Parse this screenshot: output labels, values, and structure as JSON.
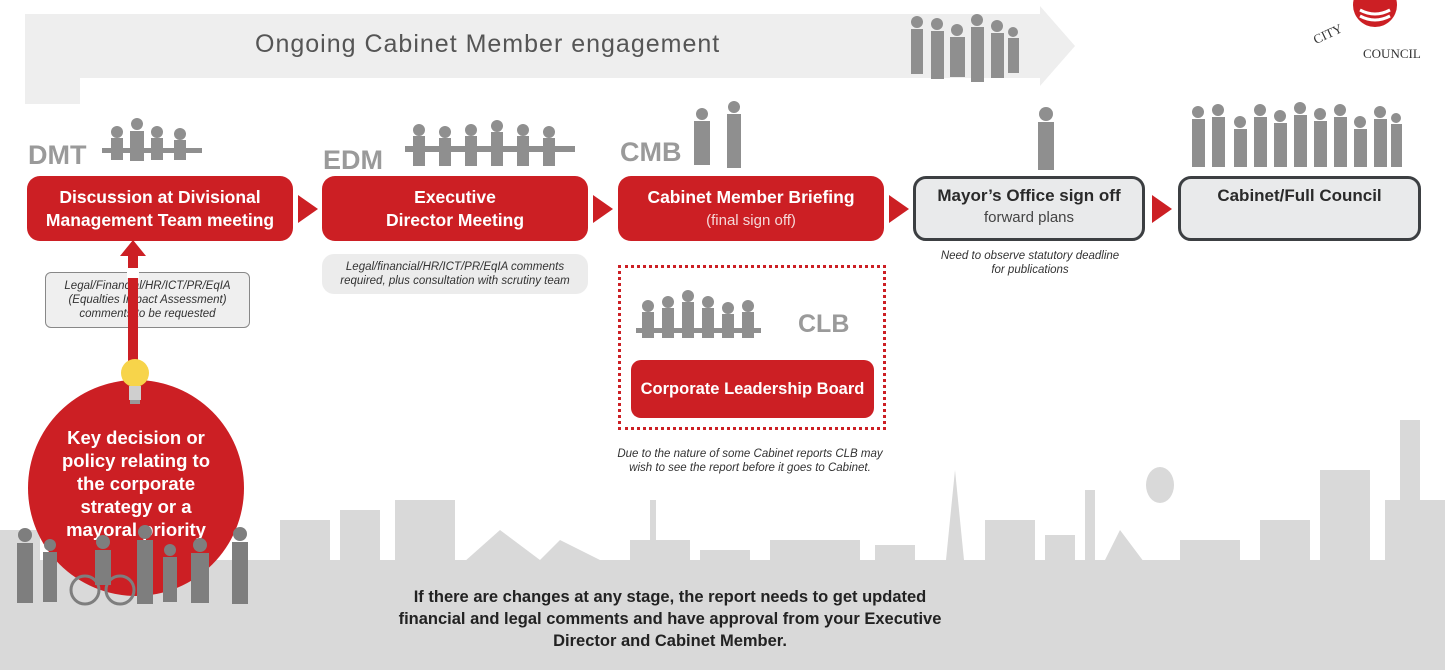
{
  "engagement": {
    "title": "Ongoing Cabinet Member engagement"
  },
  "logo": {
    "text": "CITY COUNCIL"
  },
  "stages": [
    {
      "code": "DMT",
      "title": "Discussion at Divisional Management Team meeting"
    },
    {
      "code": "EDM",
      "title": "Executive Director Meeting"
    },
    {
      "code": "CMB",
      "title": "Cabinet Member Briefing",
      "subtitle": "(final sign off)"
    },
    {
      "code": "",
      "title": "Mayor’s Office sign off",
      "subtitle": "forward plans"
    },
    {
      "code": "",
      "title": "Cabinet/Full Council"
    }
  ],
  "notes": {
    "dmt": "Legal/Financial/HR/ICT/PR/EqIA (Equalties Impact Assessment) comments to be requested",
    "edm": "Legal/financial/HR/ICT/PR/EqIA comments required, plus consultation with scrutiny team",
    "mayor": "Need to observe statutory deadline for publications",
    "clb": "Due to the nature of some Cabinet reports CLB may wish to see the report before it goes to Cabinet."
  },
  "clb": {
    "code": "CLB",
    "title": "Corporate Leadership Board"
  },
  "key_decision": {
    "text": "Key decision or policy relating to the corporate strategy or a mayoral priority"
  },
  "footer": {
    "text": "If there are changes at any stage, the report needs to get updated financial and legal comments and have approval from your Executive Director and Cabinet Member."
  },
  "colors": {
    "accent_red": "#cc1f24",
    "grey_text": "#9a9a9a",
    "box_grey": "#e9eaeb"
  }
}
